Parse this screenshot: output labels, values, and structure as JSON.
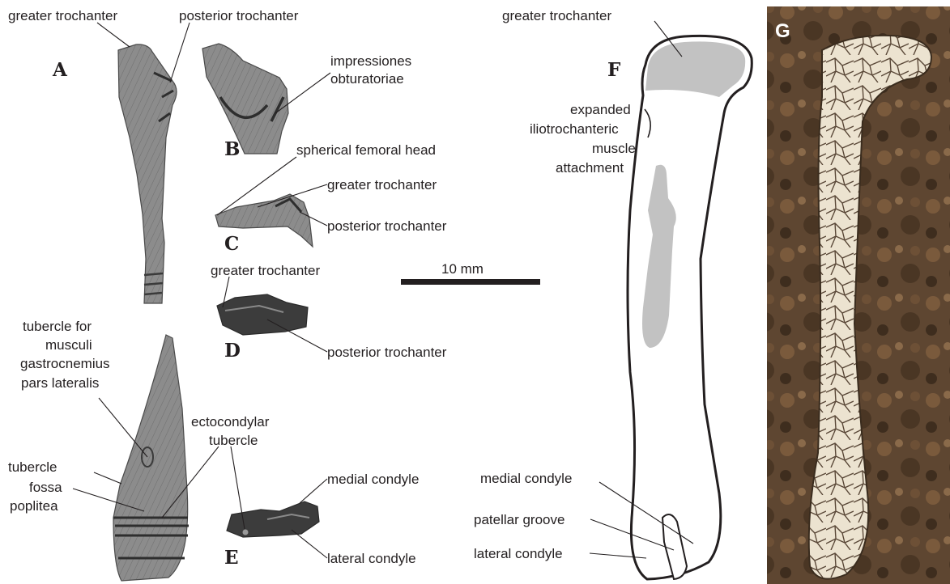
{
  "figure": {
    "panels": [
      "A",
      "B",
      "C",
      "D",
      "E",
      "F",
      "G"
    ],
    "labels": {
      "greater_trochanter": "greater trochanter",
      "posterior_trochanter": "posterior trochanter",
      "impressiones_line1": "impressiones",
      "impressiones_line2": "obturatoriae",
      "spherical_femoral_head": "spherical femoral head",
      "tubercle_for_line1": "tubercle for",
      "tubercle_for_line2": "musculi",
      "tubercle_for_line3": "gastrocnemius",
      "tubercle_for_line4": "pars lateralis",
      "tubercle": "tubercle",
      "fossa_line1": "fossa",
      "fossa_line2": "poplitea",
      "ectocondylar_line1": "ectocondylar",
      "ectocondylar_line2": "tubercle",
      "medial_condyle": "medial condyle",
      "lateral_condyle": "lateral condyle",
      "expanded_line1": "expanded",
      "expanded_line2": "iliotrochanteric",
      "expanded_line3": "muscle",
      "expanded_line4": "attachment",
      "patellar_groove": "patellar groove"
    },
    "scale_bar": {
      "label": "10 mm",
      "length_mm": 10
    },
    "colors": {
      "bone_fill": "#8c8c8c",
      "bone_dark": "#3a3a3a",
      "highlight_gray": "#c2c2c2",
      "outline": "#231f20",
      "photo_matrix": "#5c4530",
      "photo_bone": "#ece3d0"
    }
  }
}
